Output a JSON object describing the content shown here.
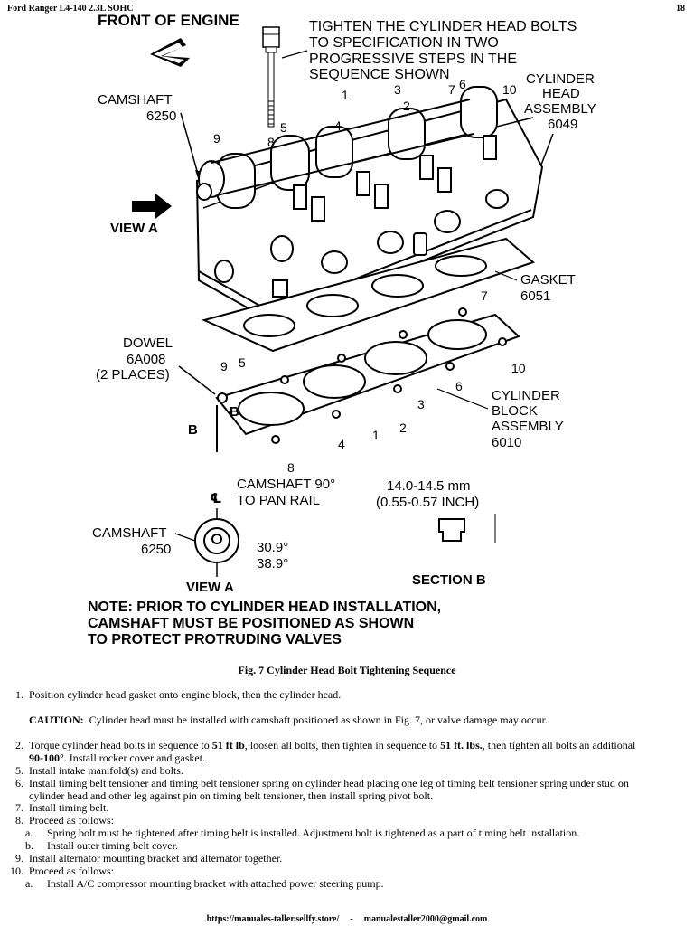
{
  "header": {
    "title": "Ford Ranger L4-140 2.3L SOHC",
    "page_number": "18"
  },
  "figure": {
    "front_of_engine": "FRONT OF ENGINE",
    "instruction": [
      "TIGHTEN THE CYLINDER HEAD BOLTS",
      "TO SPECIFICATION IN TWO",
      "PROGRESSIVE STEPS IN THE",
      "SEQUENCE SHOWN"
    ],
    "camshaft": [
      "CAMSHAFT",
      "6250"
    ],
    "cylinder_head_assembly": [
      "CYLINDER",
      "HEAD",
      "ASSEMBLY",
      "6049"
    ],
    "view_a": "VIEW A",
    "gasket": [
      "GASKET",
      "6051"
    ],
    "dowel": [
      "DOWEL",
      "6A008",
      "(2 PLACES)"
    ],
    "cylinder_block_assembly": [
      "CYLINDER",
      "BLOCK",
      "ASSEMBLY",
      "6010"
    ],
    "section_letter": "B",
    "camshaft_angle": [
      "CAMSHAFT 90°",
      "TO PAN RAIL"
    ],
    "centerline": "℄",
    "angle_values": [
      "30.9°",
      "38.9°"
    ],
    "dimension": [
      "14.0-14.5 mm",
      "(0.55-0.57 INCH)"
    ],
    "section_b": "SECTION B",
    "bolt_numbers_top": [
      "1",
      "2",
      "3",
      "4",
      "5",
      "6",
      "7",
      "8",
      "9",
      "10"
    ],
    "bolt_numbers_block": [
      "1",
      "2",
      "3",
      "4",
      "5",
      "6",
      "7",
      "8",
      "9",
      "10"
    ],
    "note": [
      "NOTE:  PRIOR TO CYLINDER HEAD INSTALLATION,",
      "CAMSHAFT  MUST BE POSITIONED AS SHOWN",
      "TO PROTECT PROTRUDING VALVES"
    ]
  },
  "caption": "Fig. 7 Cylinder Head Bolt Tightening Sequence",
  "steps": {
    "s1_num": "1.",
    "s1": "Position cylinder head gasket onto engine block, then the cylinder head.",
    "caution_label": "CAUTION:",
    "caution": "Cylinder head must be installed with camshaft positioned as shown in Fig. 7, or valve damage may occur.",
    "s2_num": "2.",
    "s2_a": "Torque cylinder head bolts in sequence to ",
    "s2_b": "51 ft lb",
    "s2_c": ", loosen all bolts, then tighten in sequence to ",
    "s2_d": "51 ft. lbs.",
    "s2_e": ", then tighten all bolts an additional",
    "s2_f": "90-100°",
    "s2_g": ". Install rocker cover and gasket.",
    "s5_num": "5.",
    "s5": "Install intake manifold(s) and bolts.",
    "s6_num": "6.",
    "s6_l1": "Install timing belt tensioner and timing belt tensioner spring on cylinder head placing one leg of timing belt tensioner spring under stud on",
    "s6_l2": "cylinder head and other leg against pin on timing belt tensioner, then install spring pivot bolt.",
    "s7_num": "7.",
    "s7": "Install timing belt.",
    "s8_num": "8.",
    "s8": "Proceed as follows:",
    "s8a_num": "a.",
    "s8a": "Spring bolt must be tightened after timing belt is installed. Adjustment bolt is tightened as a part of timing belt installation.",
    "s8b_num": "b.",
    "s8b": "Install outer timing belt cover.",
    "s9_num": "9.",
    "s9": "Install alternator mounting bracket and alternator together.",
    "s10_num": "10.",
    "s10": "Proceed as follows:",
    "s10a_num": "a.",
    "s10a": "Install A/C compressor mounting bracket with attached power steering pump."
  },
  "footer": {
    "url": "https://manuales-taller.sellfy.store/",
    "separator": "-",
    "email": "manualestaller2000@gmail.com"
  }
}
